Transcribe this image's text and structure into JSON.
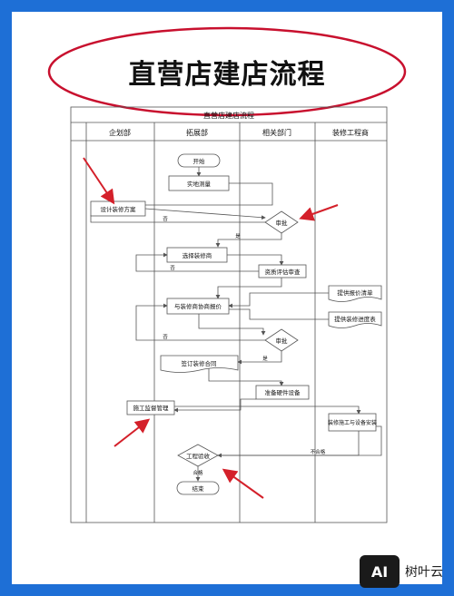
{
  "banner": {
    "title": "直营店建店流程"
  },
  "diagram": {
    "title": "直营店建店流程",
    "lanes": [
      "企划部",
      "拓展部",
      "相关部门",
      "装修工程商"
    ],
    "nodes": {
      "start": "开始",
      "site_survey": "实地测量",
      "design_plan": "设计装修方案",
      "approve1": "审批",
      "select_contractor": "选择装修商",
      "qualification": "资质评估审查",
      "provide_quote": "提供报价清单",
      "negotiate": "与装修商协商报价",
      "provide_schedule": "提供装修进度表",
      "approve2": "审批",
      "sign_contract": "签订装修合同",
      "prepare_equipment": "准备硬件设备",
      "supervise": "施工监督管理",
      "construct_install": "装修施工与设备安装",
      "acceptance": "工程验收",
      "end": "结束"
    },
    "labels": {
      "no1": "否",
      "yes1": "是",
      "no2": "否",
      "no3": "否",
      "yes2": "是",
      "fail": "不合格",
      "pass": "合格"
    }
  },
  "watermark": {
    "logo": "AI",
    "text": "树叶云"
  },
  "colors": {
    "background": "#1e6fd6",
    "ellipse": "#c8102e",
    "arrow": "#d4202a",
    "line": "#555555"
  }
}
